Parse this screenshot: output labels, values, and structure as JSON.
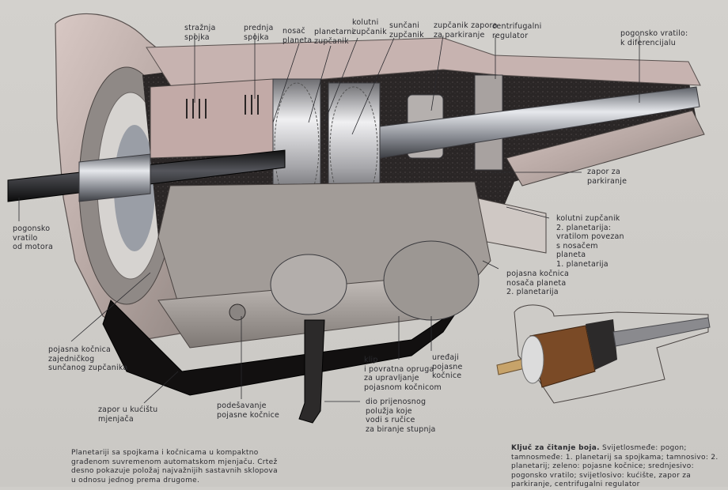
{
  "diagram": {
    "subject": "Automatic transmission cutaway",
    "labels": {
      "straznja_spojka": "stražnja\nspojka",
      "prednja_spojka": "prednja\nspojka",
      "nosac_planeta": "nosač\nplaneta",
      "planetarni_zupcanik": "planetarni\nzupčanik",
      "kolutni_zupcanik": "kolutni\nzupčanik",
      "suncani_zupcanik": "sunčani\nzupčanik",
      "zupcanik_zapora": "zupčanik zapora\nza parkiranje",
      "centrifugalni_regulator": "centrifugalni\nregulator",
      "pogonsko_vratilo_diferencijal": "pogonsko vratilo:\nk diferencijalu",
      "zapor_za_parkiranje": "zapor za\nparkiranje",
      "kolutni_zupcanik_2": "kolutni zupčanik\n2. planetarija:\nvratilom povezan\ns nosačem\nplaneta\n1. planetarija",
      "pojasna_kocnica_nosaca": "pojasna kočnica\nnosača planeta\n2. planetarija",
      "pogonsko_vratilo_motor": "pogonsko\nvratilo\nod motora",
      "pojasna_kocnica_zajednickog": "pojasna kočnica\nzajedničkog\nsunčanog zupčanika",
      "zapor_u_kucistu": "zapor u kućištu\nmjenjača",
      "podesavanje": "podešavanje\npojasne kočnice",
      "klip": "klip\ni povratna opruga\nza upravljanje\npojasnom kočnicom",
      "uredaji": "uređaji\npojasne\nkočnice",
      "dio_prijenosnog": "dio prijenosnog\npolužja koje\nvodi s ručice\nza biranje stupnja"
    },
    "captions": {
      "left": "Planetariji sa spojkama i kočnicama u kompaktno građenom suvremenom automatskom mjenjaču. Crtež desno pokazuje položaj najvažnijih sastavnih sklopova u odnosu jednog prema drugome.",
      "key_title": "Ključ za čitanje boja.",
      "key_text": "Svijetlosmeđe: pogon; tamnosmeđe: 1. planetarij sa spojkama; tamnosivo: 2. planetarij; zeleno: pojasne kočnice; srednjesivo: pogonsko vratilo; svijetlosivo: kućište, zapor za parkiranje, centrifugalni regulator"
    },
    "colors": {
      "background": "#cfcdc9",
      "housing": "#b9b1ad",
      "housing_pink": "#c2a9a6",
      "dark_interior": "#2a2626",
      "shaft": "#9a9ea6",
      "key_light_brown": "#c7a36a",
      "key_dark_brown": "#7a4a26",
      "key_dark_gray": "#2c2a2a",
      "label_text": "#2b2b30"
    }
  }
}
